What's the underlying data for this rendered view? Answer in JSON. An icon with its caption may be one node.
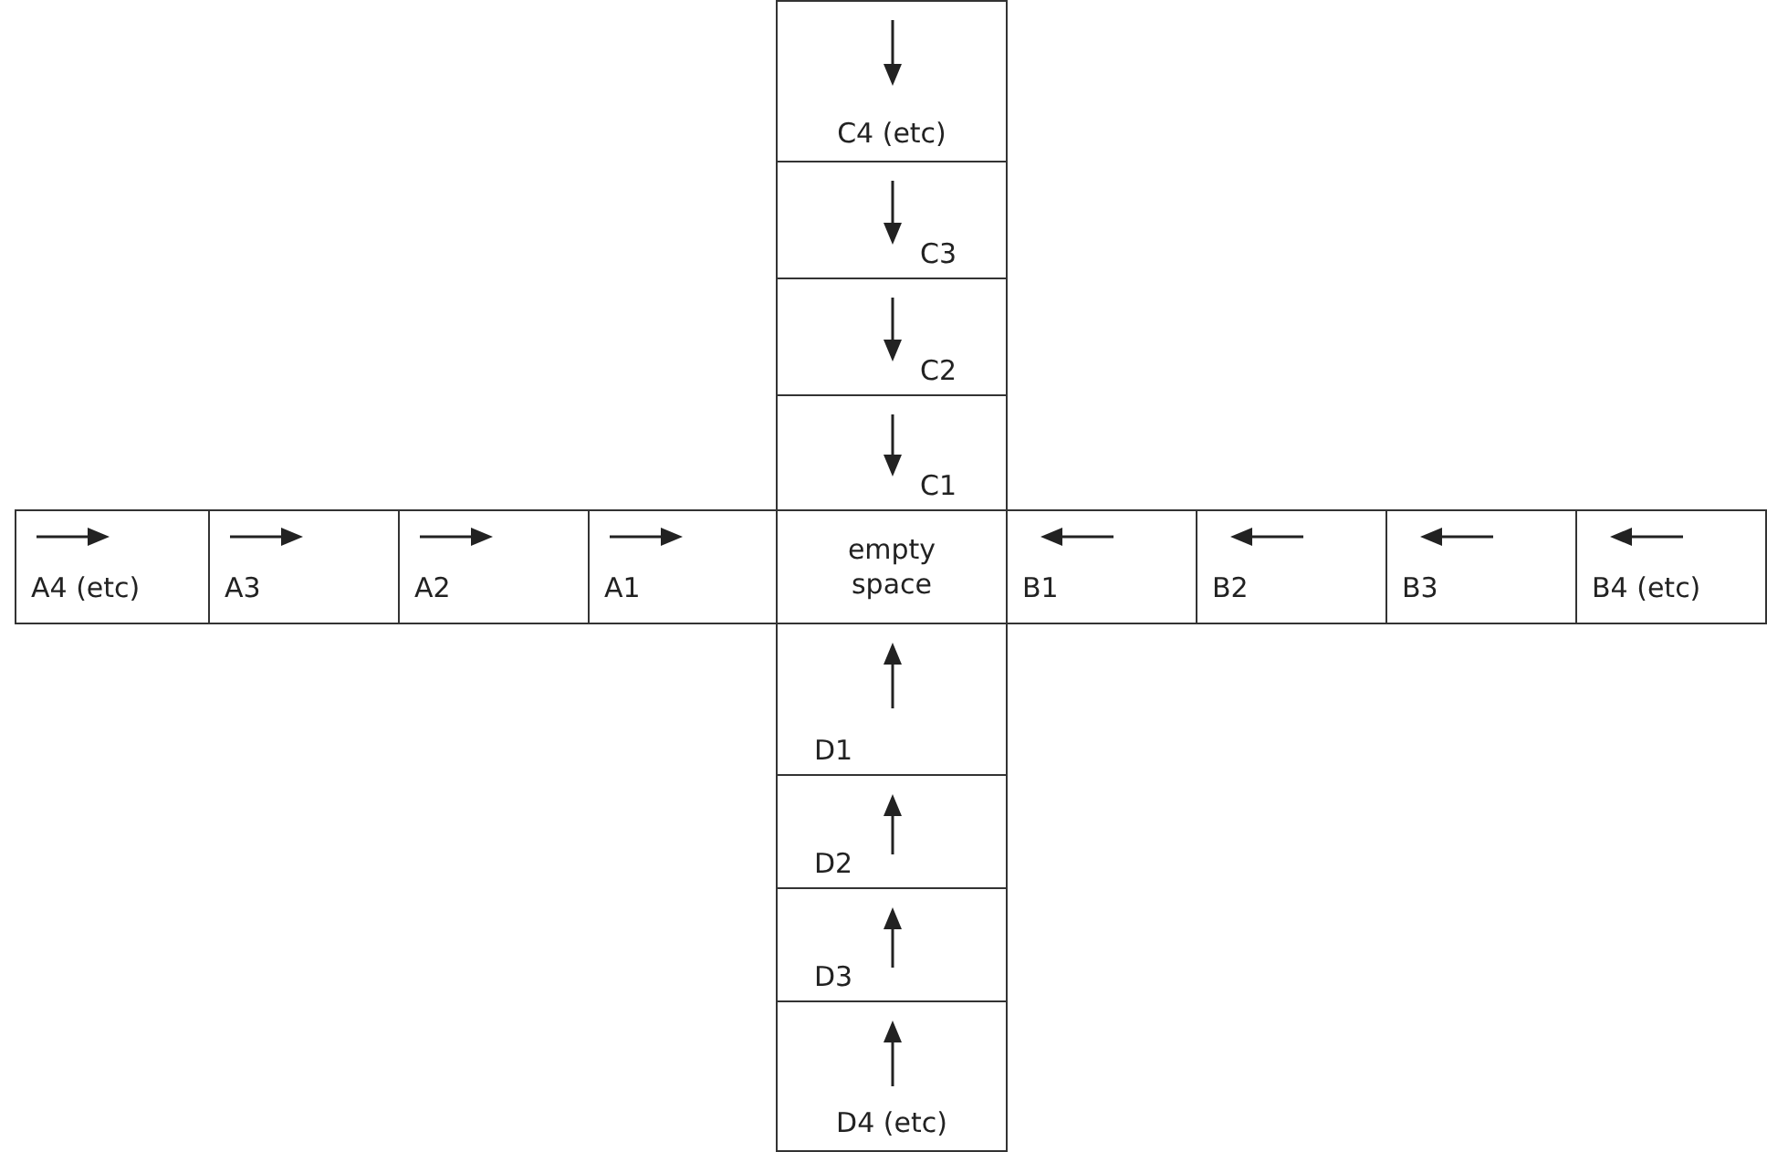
{
  "diagram": {
    "nodes": [
      {
        "text": [
          "C4 (etc)"
        ]
      },
      {
        "text": [
          "C3"
        ]
      },
      {
        "text": [
          "C2"
        ]
      },
      {
        "text": [
          "C1"
        ]
      },
      {
        "text": [
          "A4 (etc)"
        ]
      },
      {
        "text": [
          "A3"
        ]
      },
      {
        "text": [
          "A2"
        ]
      },
      {
        "text": [
          "A1"
        ]
      },
      {
        "text": [
          "empty space"
        ]
      },
      {
        "text": [
          "B1"
        ]
      },
      {
        "text": [
          "B2"
        ]
      },
      {
        "text": [
          "B3"
        ]
      },
      {
        "text": [
          "B4 (etc)"
        ]
      },
      {
        "text": [
          "D1"
        ]
      },
      {
        "text": [
          "D2"
        ]
      },
      {
        "text": [
          "D3"
        ]
      },
      {
        "text": [
          "D4 (etc)"
        ]
      }
    ]
  }
}
